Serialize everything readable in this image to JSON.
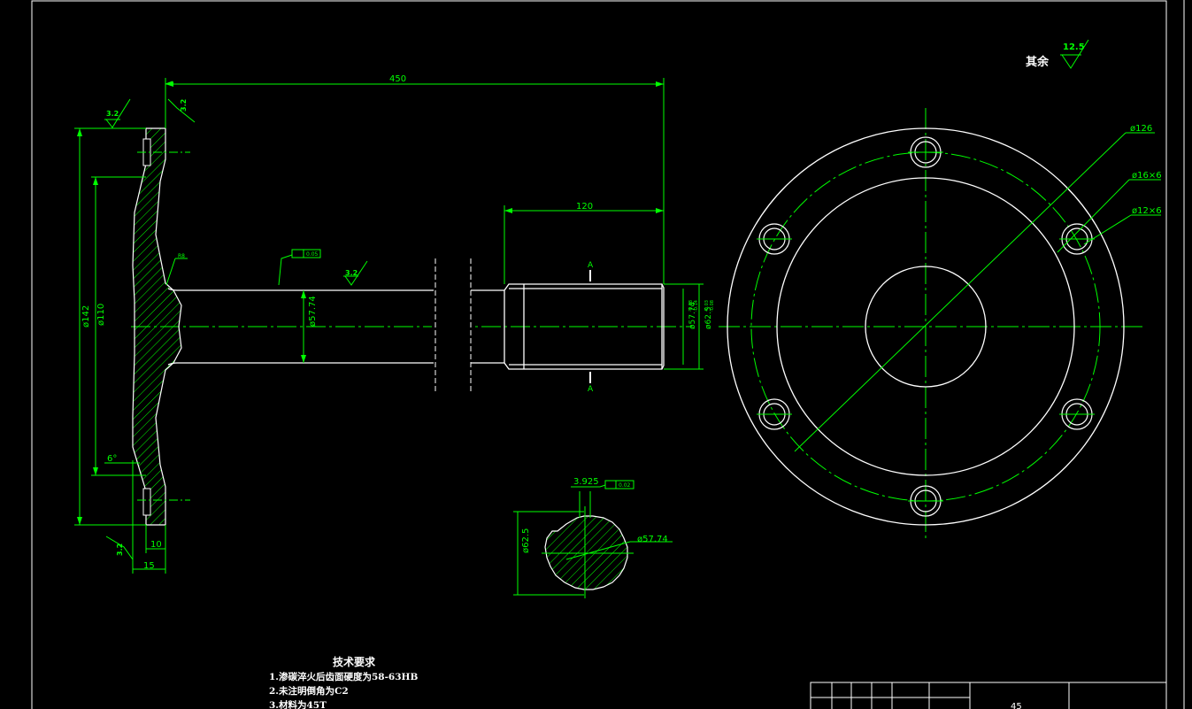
{
  "dimensions": {
    "overall_length": "450",
    "spline_length": "120",
    "flange_dia": "ø142",
    "flange_inner_dia": "ø110",
    "shaft_dia": "ø57.74",
    "spline_od": "ø62.5",
    "spline_minor": "ø57.74",
    "flange_thk_10": "10",
    "flange_thk_15": "15",
    "taper_angle": "6°",
    "fillet": "R8",
    "tol_a": "-0.08",
    "tol_b": "-0.14",
    "tol_c": "-0.03",
    "tol_d": "-0.08"
  },
  "surface": {
    "flange_face": "3.2",
    "flange_back": "3.2",
    "shaft": "3.2",
    "flange_bottom": "3.2",
    "remaining_value": "12.5",
    "remaining_label": "其余"
  },
  "gdt": {
    "runout_value": "0.05",
    "section_tol": "0.02"
  },
  "section": {
    "marker": "A",
    "spline_width": "3.925",
    "outer_dia": "ø62.5",
    "inner_dia": "ø57.74"
  },
  "flange_view": {
    "bolt_circle": "ø126",
    "holes_outer": "ø16×6",
    "holes_inner": "ø12×6"
  },
  "tech": {
    "title": "技术要求",
    "items": [
      "1.渗碳淬火后齿面硬度为58-63HB",
      "2.未注明倒角为C2",
      "3.材料为45T"
    ]
  },
  "title_block": {
    "partial": "45"
  }
}
